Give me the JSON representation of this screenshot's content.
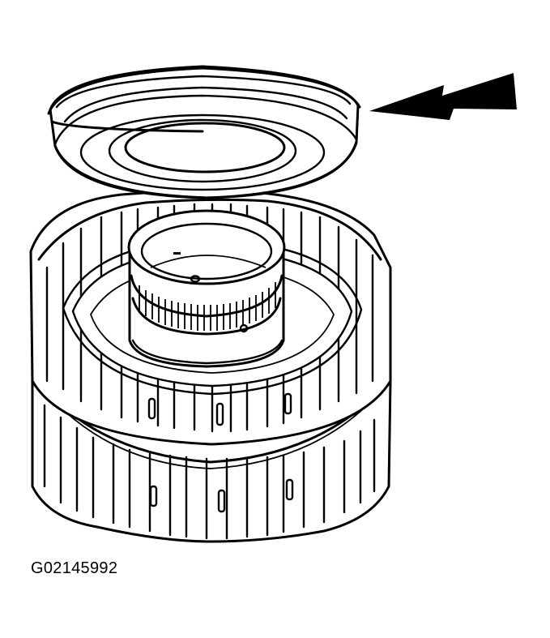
{
  "figure": {
    "id_label": "G02145992",
    "subject": "transmission clutch housing with piston seal removed",
    "components": [
      {
        "name": "piston-seal",
        "description": "upper ring/piston lifted above housing"
      },
      {
        "name": "clutch-housing",
        "description": "two-tier splined drum with slotted tabs"
      },
      {
        "name": "hub",
        "description": "inner splined hub with oil holes"
      }
    ],
    "callouts": [
      {
        "type": "arrow",
        "direction": "left",
        "points_to": "piston-seal"
      }
    ],
    "colors": {
      "line": "#000000",
      "background": "#ffffff"
    }
  }
}
